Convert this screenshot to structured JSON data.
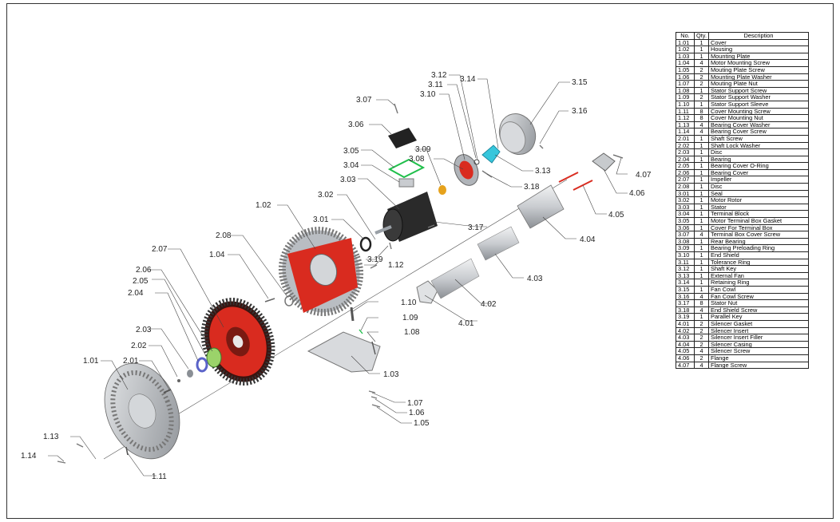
{
  "table": {
    "headers": [
      "No.",
      "Qty.",
      "Description"
    ],
    "rows": [
      [
        "1.01",
        "1",
        "Cover"
      ],
      [
        "1.02",
        "1",
        "Housing"
      ],
      [
        "1.03",
        "1",
        "Mounting Plate"
      ],
      [
        "1.04",
        "4",
        "Motor Mounting Screw"
      ],
      [
        "1.05",
        "2",
        "Mouting Plate Screw"
      ],
      [
        "1.06",
        "2",
        "Mounting Plate Washer"
      ],
      [
        "1.07",
        "2",
        "Mouting Plate Nut"
      ],
      [
        "1.08",
        "1",
        "Stator Support Screw"
      ],
      [
        "1.09",
        "2",
        "Stator Support Washer"
      ],
      [
        "1.10",
        "1",
        "Stator Support Sleeve"
      ],
      [
        "1.11",
        "8",
        "Cover Mounting Screw"
      ],
      [
        "1.12",
        "8",
        "Cover Mounting Nut"
      ],
      [
        "1.13",
        "4",
        "Bearing Cover Washer"
      ],
      [
        "1.14",
        "4",
        "Bearing Cover Screw"
      ],
      [
        "2.01",
        "1",
        "Shaft Screw"
      ],
      [
        "2.02",
        "1",
        "Shaft Lock Washer"
      ],
      [
        "2.03",
        "1",
        "Disc"
      ],
      [
        "2.04",
        "1",
        "Bearing"
      ],
      [
        "2.05",
        "1",
        "Bearing Cover O-Ring"
      ],
      [
        "2.06",
        "1",
        "Bearing Cover"
      ],
      [
        "2.07",
        "1",
        "Impeller"
      ],
      [
        "2.08",
        "1",
        "Disc"
      ],
      [
        "3.01",
        "1",
        "Seal"
      ],
      [
        "3.02",
        "1",
        "Motor Rotor"
      ],
      [
        "3.03",
        "1",
        "Stator"
      ],
      [
        "3.04",
        "1",
        "Terminal Block"
      ],
      [
        "3.05",
        "1",
        "Motor Terminal Box Gasket"
      ],
      [
        "3.06",
        "1",
        "Cover For Terminal Box"
      ],
      [
        "3.07",
        "4",
        "Terminal Box Cover Screw"
      ],
      [
        "3.08",
        "1",
        "Rear Bearing"
      ],
      [
        "3.09",
        "1",
        "Bearing Preloading Ring"
      ],
      [
        "3.10",
        "1",
        "End Shield"
      ],
      [
        "3.11",
        "1",
        "Tolerance Ring"
      ],
      [
        "3.12",
        "1",
        "Shaft Key"
      ],
      [
        "3.13",
        "1",
        "External Fan"
      ],
      [
        "3.14",
        "1",
        "Retaining Ring"
      ],
      [
        "3.15",
        "1",
        "Fan Cowl"
      ],
      [
        "3.16",
        "4",
        "Fan Cowl Screw"
      ],
      [
        "3.17",
        "8",
        "Stator Nut"
      ],
      [
        "3.18",
        "4",
        "End Shield Screw"
      ],
      [
        "3.19",
        "1",
        "Parallel Key"
      ],
      [
        "4.01",
        "2",
        "Silencer Gasket"
      ],
      [
        "4.02",
        "2",
        "Silencer Insert"
      ],
      [
        "4.03",
        "2",
        "Silencer Insert Filler"
      ],
      [
        "4.04",
        "2",
        "Silencer Casing"
      ],
      [
        "4.05",
        "4",
        "Silencer Screw"
      ],
      [
        "4.06",
        "2",
        "Flange"
      ],
      [
        "4.07",
        "4",
        "Flange Screw"
      ]
    ]
  },
  "callouts": [
    "1.01",
    "1.02",
    "1.03",
    "1.04",
    "1.05",
    "1.06",
    "1.07",
    "1.08",
    "1.09",
    "1.10",
    "1.11",
    "1.12",
    "1.13",
    "1.14",
    "2.01",
    "2.02",
    "2.03",
    "2.04",
    "2.05",
    "2.06",
    "2.07",
    "2.08",
    "3.01",
    "3.02",
    "3.03",
    "3.04",
    "3.05",
    "3.06",
    "3.07",
    "3.08",
    "3.09",
    "3.10",
    "3.11",
    "3.12",
    "3.13",
    "3.14",
    "3.15",
    "3.16",
    "3.17",
    "3.18",
    "3.19",
    "4.01",
    "4.02",
    "4.03",
    "4.04",
    "4.05",
    "4.06",
    "4.07"
  ],
  "colors": {
    "accent_red": "#d92b1f",
    "part_gray": "#b9bdc2",
    "part_dark": "#2a2a2a",
    "gasket_green": "#1fbf4a",
    "fan_cyan": "#36c6dc",
    "bearing_orange": "#e6a21c",
    "oring_blue": "#5a63c9"
  }
}
